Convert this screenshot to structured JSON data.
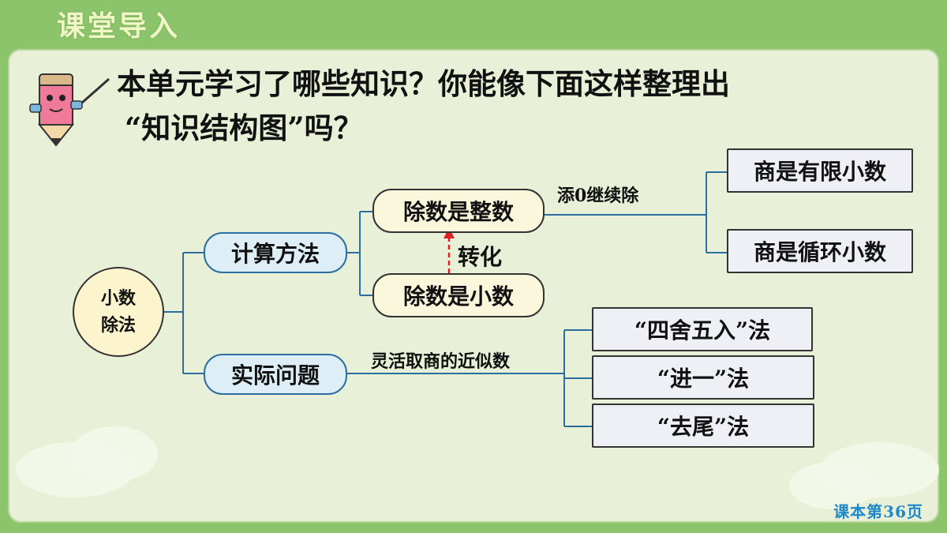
{
  "header": {
    "title": "课堂导入"
  },
  "question": {
    "line1": "本单元学习了哪些知识？你能像下面这样整理出",
    "line2": "“知识结构图”吗？"
  },
  "map": {
    "root": {
      "line1": "小数",
      "line2": "除法"
    },
    "method": "计算方法",
    "practical": "实际问题",
    "divisor_integer": "除数是整数",
    "divisor_decimal": "除数是小数",
    "convert_label": "转化",
    "add_zero_label": "添0继续除",
    "quotient_finite": "商是有限小数",
    "quotient_repeating": "商是循环小数",
    "approx_label": "灵活取商的近似数",
    "round_method": "“四舍五入”法",
    "ceil_method": "“进一”法",
    "floor_method": "“去尾”法"
  },
  "footer": {
    "page_ref": "课本第36页"
  },
  "colors": {
    "line": "#2d6ea0",
    "arrow": "#e02020",
    "background": "#8cc46c",
    "panel": "#e8f0d8"
  },
  "icons": {
    "mascot": "pencil-mascot-icon"
  }
}
